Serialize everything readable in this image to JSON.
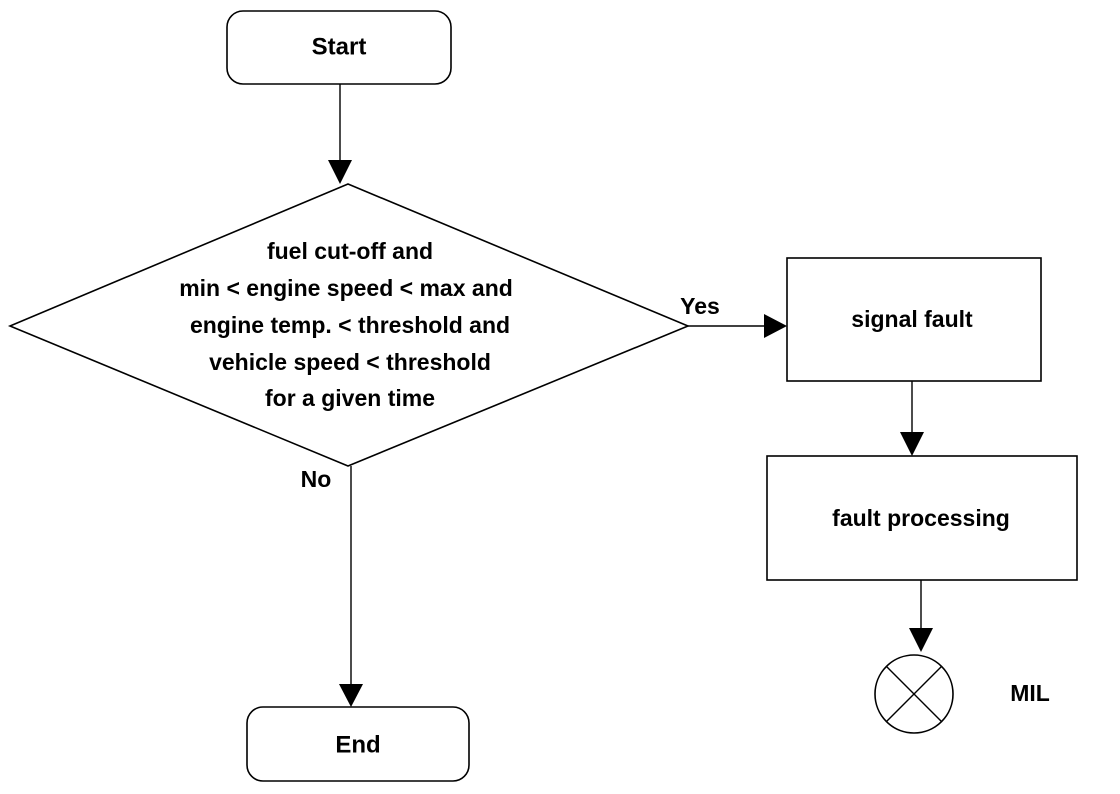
{
  "nodes": {
    "start": "Start",
    "end": "End",
    "decision": [
      "fuel cut-off and",
      "min < engine speed < max and",
      "engine temp. < threshold and",
      "vehicle speed < threshold",
      "for a given time"
    ],
    "signal_fault": "signal fault",
    "fault_processing": "fault processing",
    "mil": "MIL"
  },
  "edges": {
    "yes": "Yes",
    "no": "No"
  },
  "mil_symbol": "crossed-circle-lamp-icon"
}
